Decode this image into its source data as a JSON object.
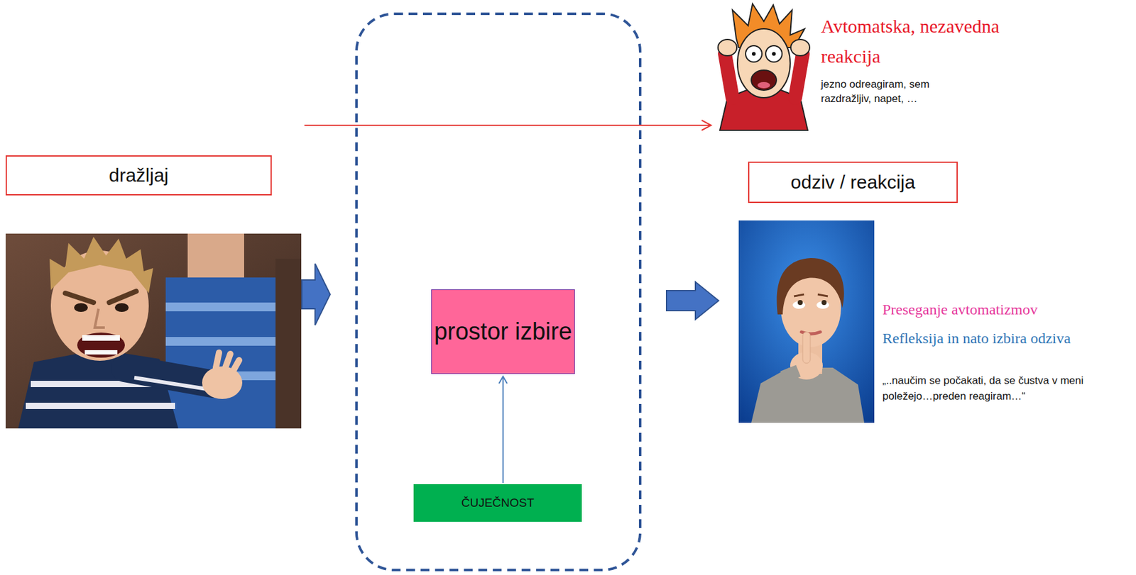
{
  "diagram": {
    "nodes": [
      {
        "text": [
          "dražljaj"
        ]
      },
      {
        "text": [
          "odziv / reakcija"
        ]
      },
      {
        "text": [
          "prostor izbire"
        ]
      },
      {
        "text": [
          "ČUJEČNOST"
        ]
      }
    ],
    "edges": [
      {
        "from": 3,
        "to": 2,
        "arrow": "to"
      }
    ],
    "labels": [
      "Avtomatska, nezavedna reakcija",
      "jezno odreagiram, sem razdražljiv, napet, …",
      "Preseganje avtomatizmov",
      "Refleksija in nato izbira odziva",
      "„..naučim se počakati, da se čustva v meni poležejo…preden reagiram…“"
    ]
  }
}
